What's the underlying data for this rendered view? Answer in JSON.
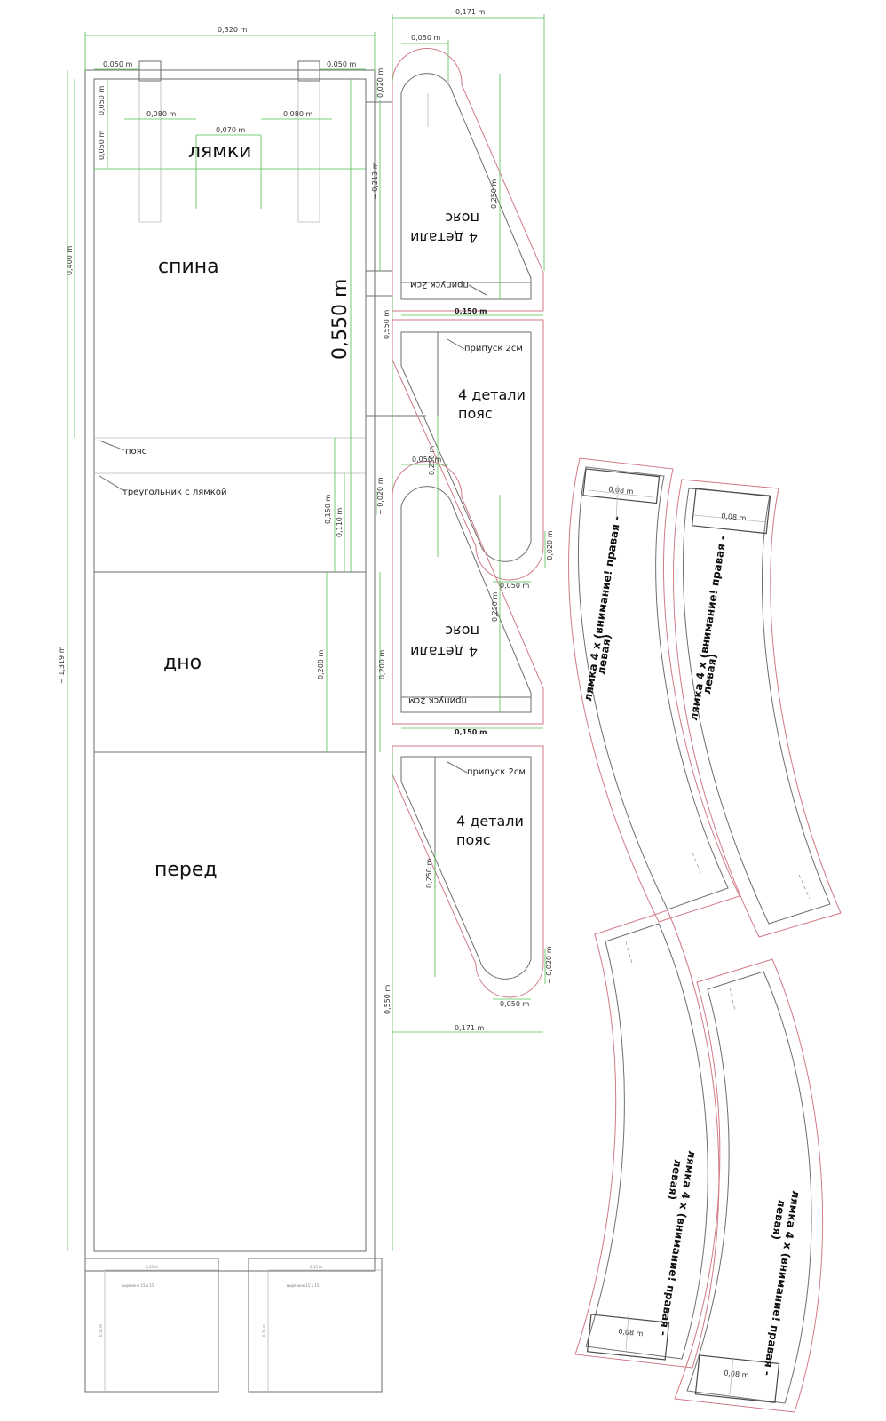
{
  "labels": {
    "straps": "лямки",
    "back": "спина",
    "bottom": "дно",
    "front": "перед",
    "belt_lbl": "пояс",
    "triangle": "треугольник с лямкой",
    "allowance": "припуск 2см",
    "belt4_l1": "4 детали",
    "belt4_l2": "пояс",
    "strap_l1": "лямка 4 х (внимание! правая -",
    "strap_l2": "левая)",
    "tiny_note": "вырезано 15 х 15"
  },
  "dims": {
    "w320": "0,320 m",
    "w050": "0,050 m",
    "w080": "0,080 m",
    "w070": "0,070 m",
    "h050": "0,050 m",
    "h400": "0,400 m",
    "h550": "0,550 m",
    "h550s": "0,550 m",
    "h1319": "~ 1,319 m",
    "h150": "0,150 m",
    "h110": "0,110 m",
    "h200": "0,200 m",
    "w171": "0,171 m",
    "w150": "0,150 m",
    "h020": "0,020 m",
    "h213": "~ 0,213 m",
    "h250": "0,250 m",
    "h020b": "~ 0,020 m",
    "w008": "0,08 m",
    "small": "0,15 m"
  }
}
